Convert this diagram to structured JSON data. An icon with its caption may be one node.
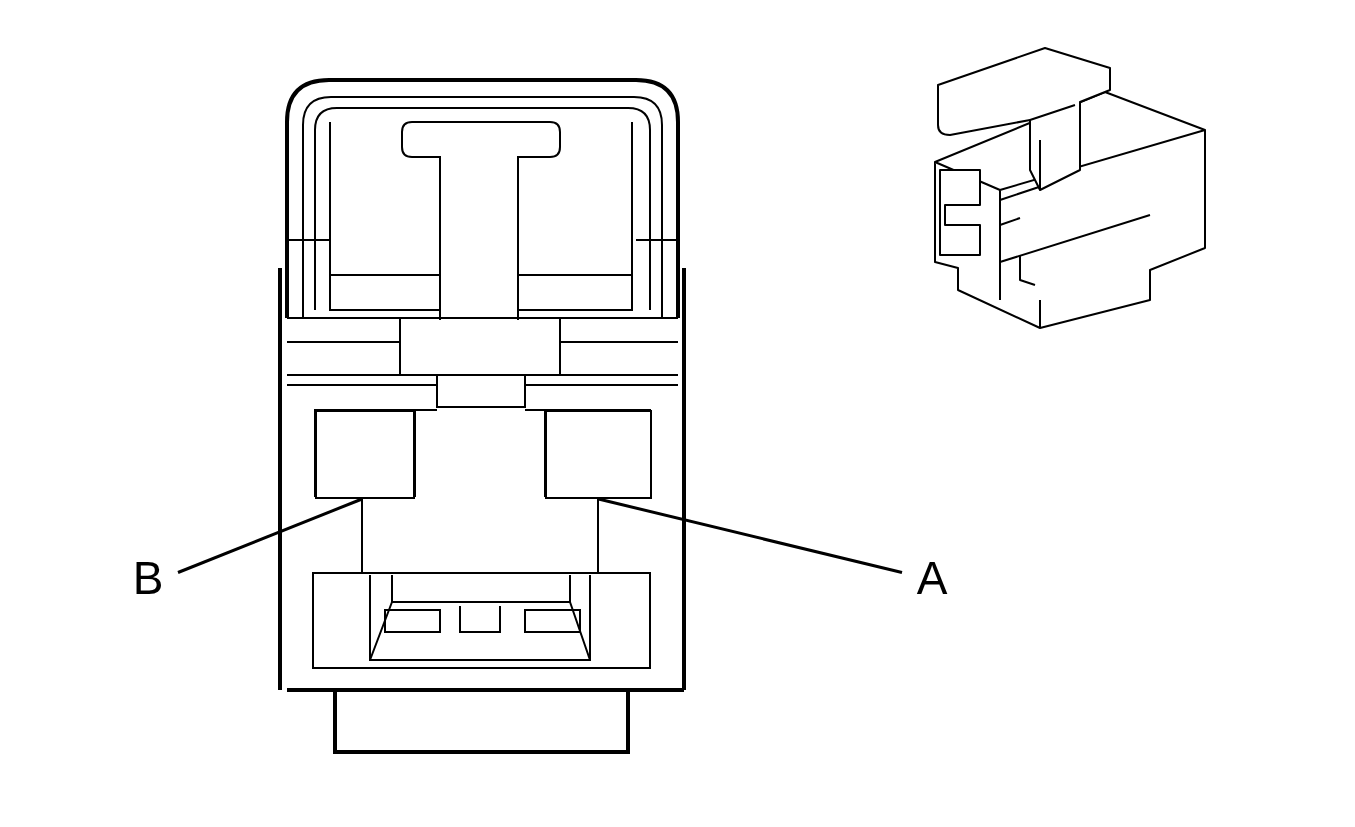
{
  "diagram": {
    "nodes": [
      {
        "text": [
          "B"
        ]
      },
      {
        "text": [],
        "shape": "box"
      },
      {
        "text": [
          "A"
        ]
      },
      {
        "text": [],
        "shape": "box"
      }
    ],
    "edges": [
      {
        "from": 0,
        "to": 1,
        "arrow": "none"
      },
      {
        "from": 2,
        "to": 3,
        "arrow": "none"
      }
    ]
  }
}
